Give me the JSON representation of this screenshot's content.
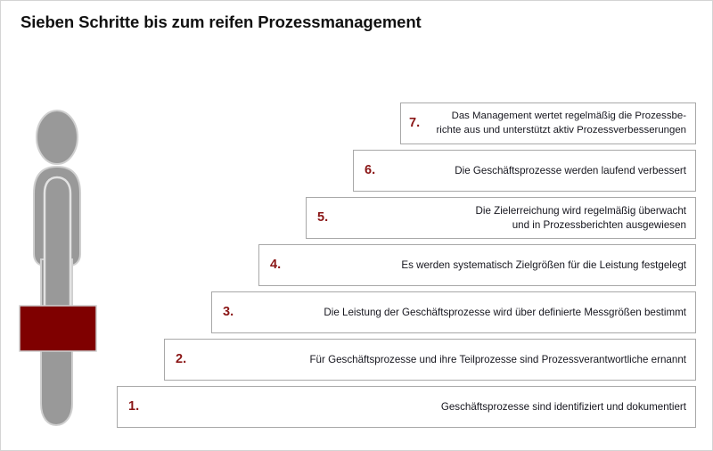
{
  "page": {
    "title": "Sieben Schritte bis zum reifen Prozessmanagement",
    "background_color": "#ffffff",
    "border_color": "#d4d4d4"
  },
  "colors": {
    "accent_red": "#8a1616",
    "briefcase_red": "#7f0000",
    "figure_gray": "#999999",
    "figure_outline": "#cfcfcf",
    "box_border": "#a8a8a8",
    "text": "#16161e",
    "title": "#111111"
  },
  "figure": {
    "name": "businessperson-with-briefcase",
    "description": "Graue Silhouette einer stehenden Person im Profil mit dunkelrotem Aktenkoffer"
  },
  "diagram": {
    "type": "staircase",
    "direction": "ascending-left-to-right",
    "steps": [
      {
        "number": "1.",
        "text": "Geschäftsprozesse sind identifiziert und dokumentiert"
      },
      {
        "number": "2.",
        "text": "Für Geschäftsprozesse und ihre Teilprozesse sind Prozessverantwortliche ernannt"
      },
      {
        "number": "3.",
        "text": "Die Leistung der Geschäftsprozesse wird über definierte Messgrößen bestimmt"
      },
      {
        "number": "4.",
        "text": "Es werden systematisch Zielgrößen für die Leistung festgelegt"
      },
      {
        "number": "5.",
        "text": "Die Zielerreichung wird regelmäßig überwacht\nund in Prozessberichten ausgewiesen"
      },
      {
        "number": "6.",
        "text": "Die Geschäftsprozesse werden laufend verbessert"
      },
      {
        "number": "7.",
        "text": "Das Management wertet regelmäßig die Prozessbe-\nrichte aus und unterstützt aktiv Prozessverbesserungen"
      }
    ]
  }
}
